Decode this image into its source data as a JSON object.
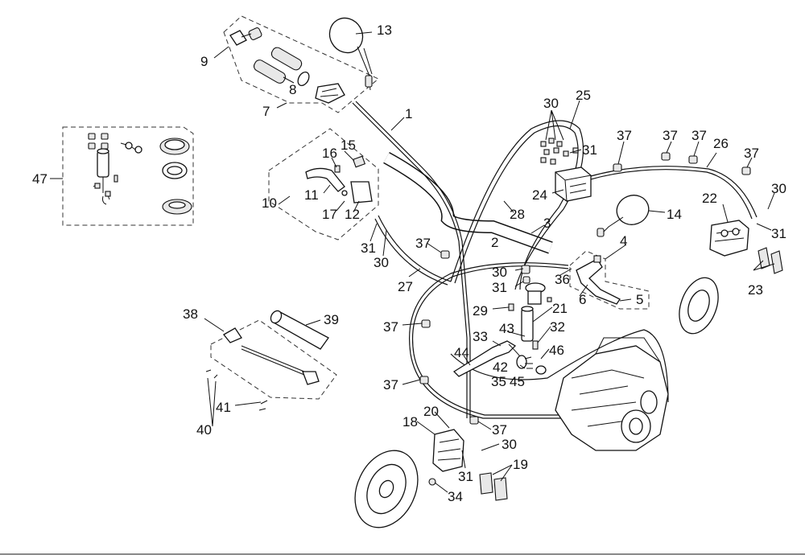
{
  "labels": [
    {
      "id": "13",
      "text": "13"
    },
    {
      "id": "9",
      "text": "9"
    },
    {
      "id": "8",
      "text": "8"
    },
    {
      "id": "7",
      "text": "7"
    },
    {
      "id": "1",
      "text": "1"
    },
    {
      "id": "30a",
      "text": "30"
    },
    {
      "id": "25",
      "text": "25"
    },
    {
      "id": "31a",
      "text": "31"
    },
    {
      "id": "37a",
      "text": "37"
    },
    {
      "id": "37b",
      "text": "37"
    },
    {
      "id": "37c",
      "text": "37"
    },
    {
      "id": "26",
      "text": "26"
    },
    {
      "id": "37d",
      "text": "37"
    },
    {
      "id": "47",
      "text": "47"
    },
    {
      "id": "15",
      "text": "15"
    },
    {
      "id": "16",
      "text": "16"
    },
    {
      "id": "11",
      "text": "11"
    },
    {
      "id": "10",
      "text": "10"
    },
    {
      "id": "17",
      "text": "17"
    },
    {
      "id": "12",
      "text": "12"
    },
    {
      "id": "24",
      "text": "24"
    },
    {
      "id": "28",
      "text": "28"
    },
    {
      "id": "22",
      "text": "22"
    },
    {
      "id": "30b",
      "text": "30"
    },
    {
      "id": "14",
      "text": "14"
    },
    {
      "id": "31b",
      "text": "31"
    },
    {
      "id": "3",
      "text": "3"
    },
    {
      "id": "2",
      "text": "2"
    },
    {
      "id": "4",
      "text": "4"
    },
    {
      "id": "31c",
      "text": "31"
    },
    {
      "id": "30c",
      "text": "30"
    },
    {
      "id": "37e",
      "text": "37"
    },
    {
      "id": "27",
      "text": "27"
    },
    {
      "id": "30d",
      "text": "30"
    },
    {
      "id": "31d",
      "text": "31"
    },
    {
      "id": "36",
      "text": "36"
    },
    {
      "id": "6",
      "text": "6"
    },
    {
      "id": "5",
      "text": "5"
    },
    {
      "id": "23",
      "text": "23"
    },
    {
      "id": "38",
      "text": "38"
    },
    {
      "id": "39",
      "text": "39"
    },
    {
      "id": "29",
      "text": "29"
    },
    {
      "id": "21",
      "text": "21"
    },
    {
      "id": "37f",
      "text": "37"
    },
    {
      "id": "43",
      "text": "43"
    },
    {
      "id": "32",
      "text": "32"
    },
    {
      "id": "33",
      "text": "33"
    },
    {
      "id": "44",
      "text": "44"
    },
    {
      "id": "46",
      "text": "46"
    },
    {
      "id": "42",
      "text": "42"
    },
    {
      "id": "35",
      "text": "35"
    },
    {
      "id": "45",
      "text": "45"
    },
    {
      "id": "37g",
      "text": "37"
    },
    {
      "id": "41",
      "text": "41"
    },
    {
      "id": "40",
      "text": "40"
    },
    {
      "id": "20",
      "text": "20"
    },
    {
      "id": "18",
      "text": "18"
    },
    {
      "id": "37h",
      "text": "37"
    },
    {
      "id": "30e",
      "text": "30"
    },
    {
      "id": "31e",
      "text": "31"
    },
    {
      "id": "19",
      "text": "19"
    },
    {
      "id": "34",
      "text": "34"
    }
  ]
}
